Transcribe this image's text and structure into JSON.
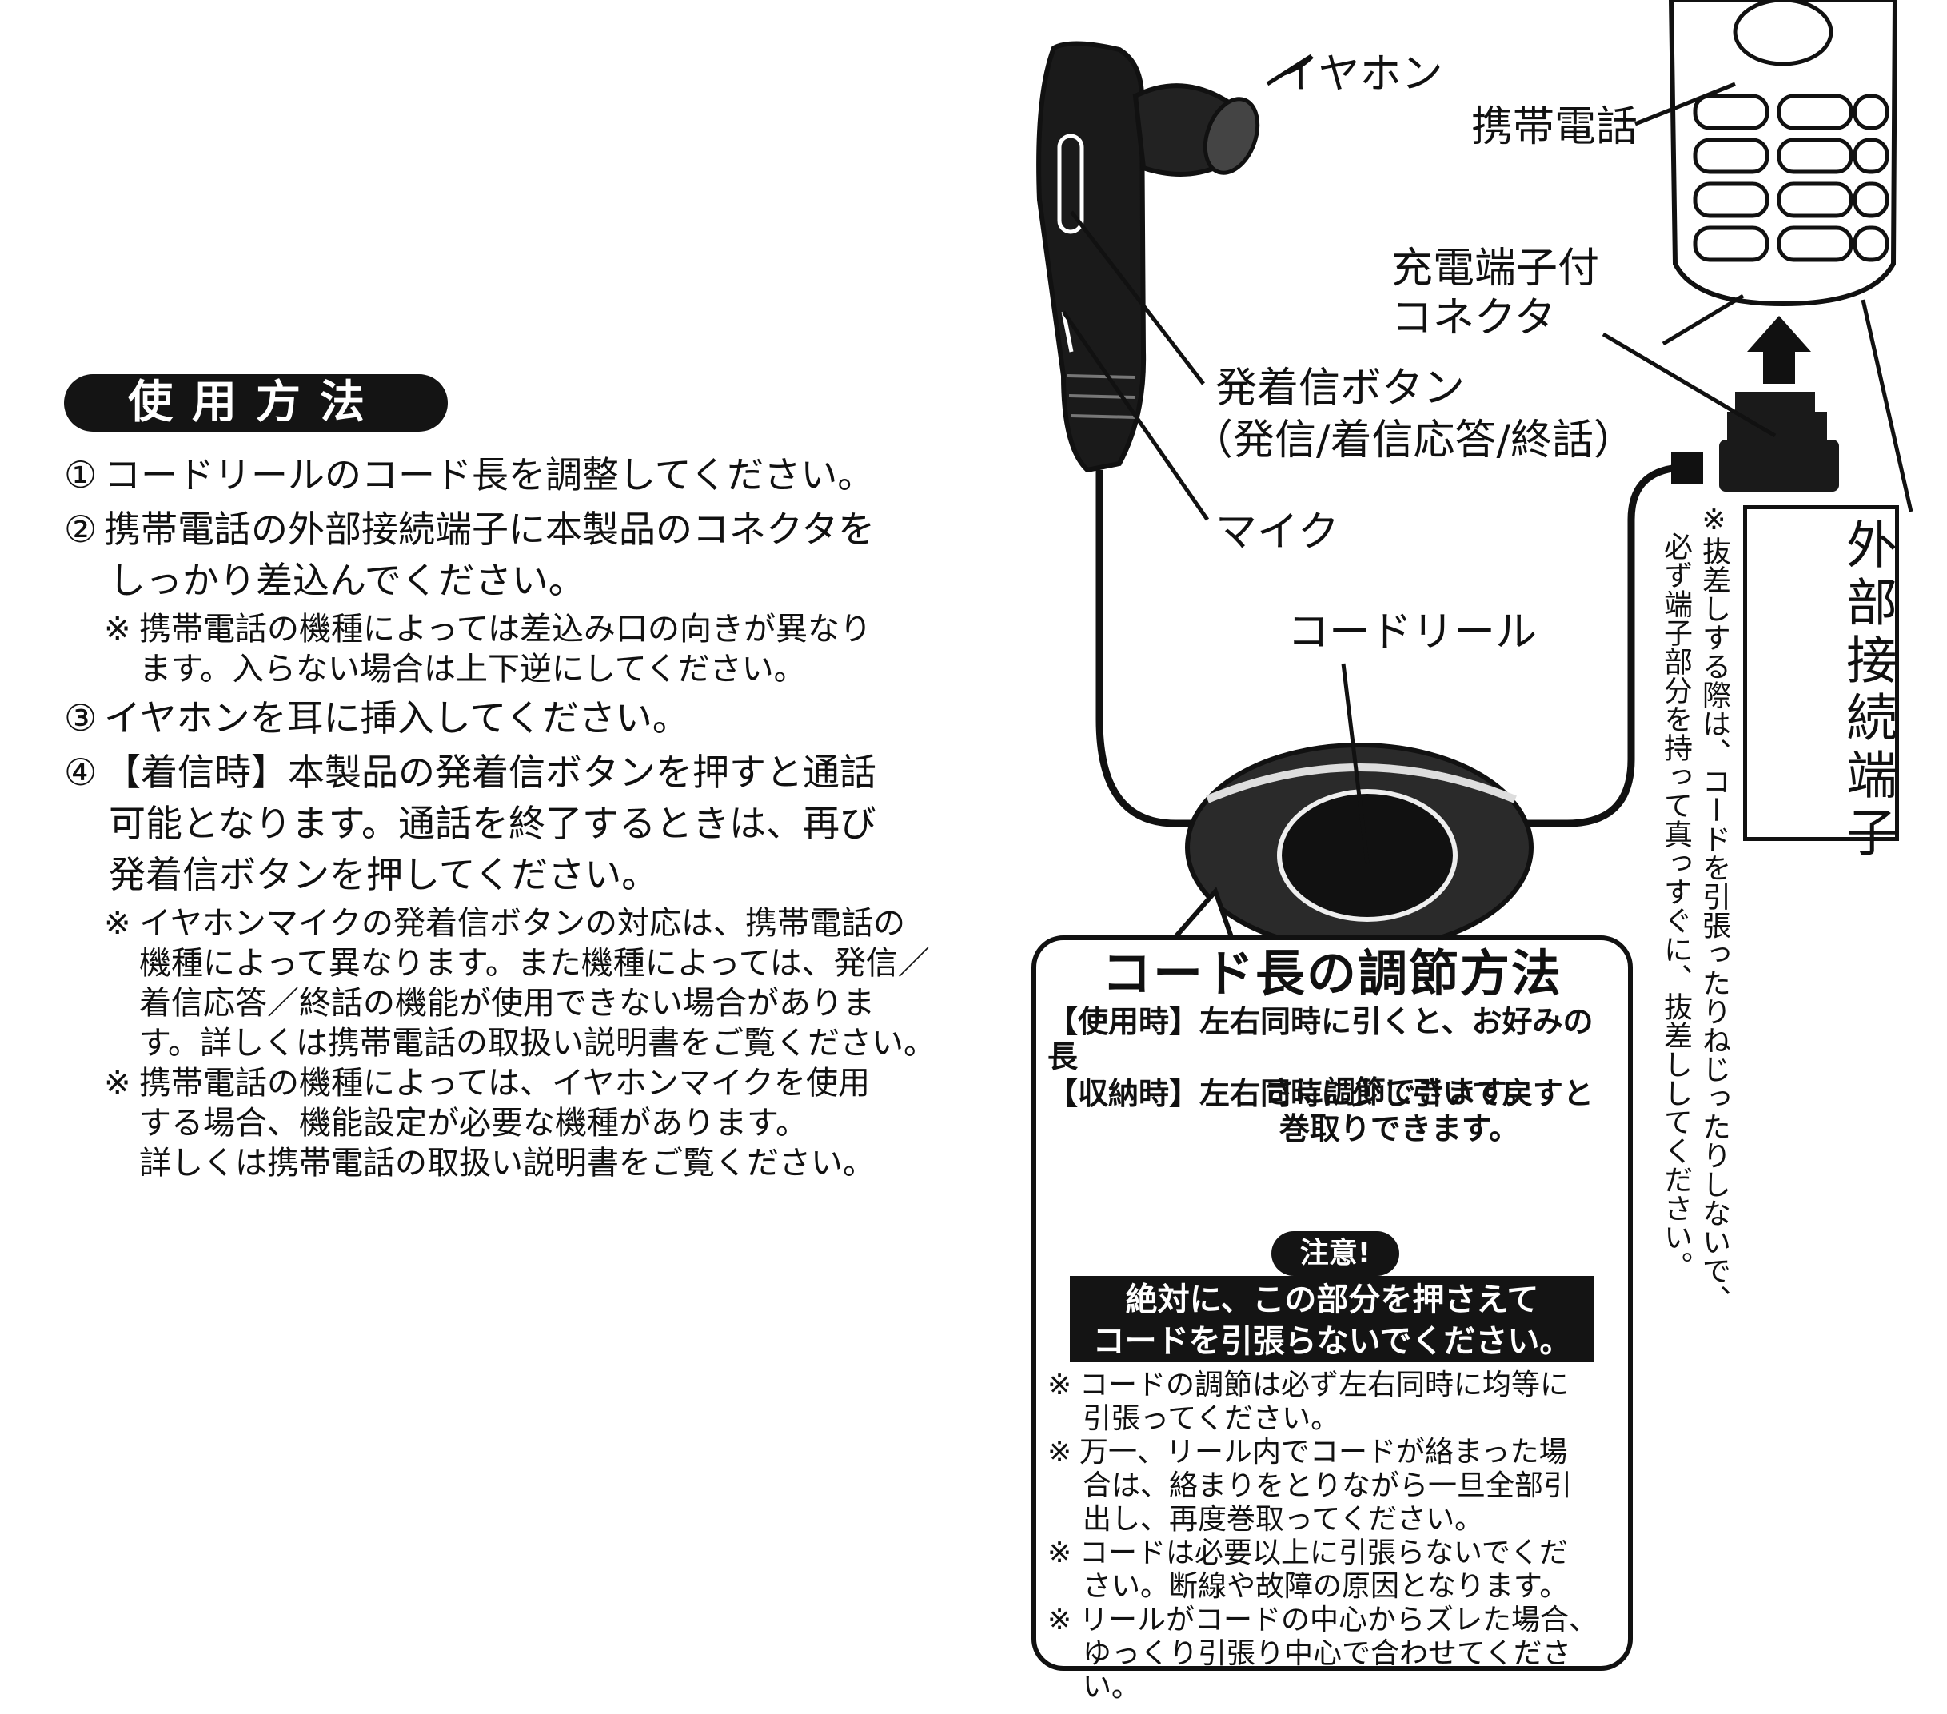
{
  "usage": {
    "header": "使用方法",
    "steps": [
      {
        "marker": "①",
        "lines": [
          "コードリールのコード長を調整してください。"
        ]
      },
      {
        "marker": "②",
        "lines": [
          "携帯電話の外部接続端子に本製品のコネクタを",
          "しっかり差込んでください。"
        ]
      },
      {
        "note": true,
        "marker": "※",
        "lines": [
          "携帯電話の機種によっては差込み口の向きが異なり",
          "ます。入らない場合は上下逆にしてください。"
        ]
      },
      {
        "marker": "③",
        "lines": [
          "イヤホンを耳に挿入してください。"
        ]
      },
      {
        "marker": "④",
        "lines": [
          "【着信時】本製品の発着信ボタンを押すと通話",
          "可能となります。通話を終了するときは、再び",
          "発着信ボタンを押してください。"
        ]
      },
      {
        "note": true,
        "marker": "※",
        "lines": [
          "イヤホンマイクの発着信ボタンの対応は、携帯電話の",
          "機種によって異なります。また機種によっては、発信／",
          "着信応答／終話の機能が使用できない場合がありま",
          "す。詳しくは携帯電話の取扱い説明書をご覧ください。"
        ]
      },
      {
        "note": true,
        "marker": "※",
        "lines": [
          "携帯電話の機種によっては、イヤホンマイクを使用",
          "する場合、機能設定が必要な機種があります。",
          "詳しくは携帯電話の取扱い説明書をご覧ください。"
        ]
      }
    ]
  },
  "diagram": {
    "earphone": "イヤホン",
    "phone": "携帯電話",
    "connector": [
      "充電端子付",
      "コネクタ"
    ],
    "button": "発着信ボタン",
    "button_sub": "（発信/着信応答/終話）",
    "mic": "マイク",
    "reel": "コードリール",
    "port": "外部接続端子",
    "vertical_note_1": "※抜差しする際は、コードを引張ったりねじったりしないで、",
    "vertical_note_2": "必ず端子部分を持って真っすぐに、抜差ししてください。"
  },
  "adjust": {
    "title": "コード長の調節方法",
    "use_tag": "【使用時】",
    "use_lines": [
      "左右同時に引くと、お好みの長",
      "さに調節できます。"
    ],
    "store_tag": "【収納時】",
    "store_lines": [
      "左右同時に少し引いて戻すと",
      "巻取りできます。"
    ],
    "caution": "注意!",
    "warning": [
      "絶対に、この部分を押さえて",
      "コードを引張らないでください。"
    ],
    "notes": [
      [
        "コードの調節は必ず左右同時に均等に",
        "引張ってください。"
      ],
      [
        "万一、リール内でコードが絡まった場",
        "合は、絡まりをとりながら一旦全部引",
        "出し、再度巻取ってください。"
      ],
      [
        "コードは必要以上に引張らないでくだ",
        "さい。断線や故障の原因となります。"
      ],
      [
        "リールがコードの中心からズレた場合、",
        "ゆっくり引張り中心で合わせてください。"
      ]
    ],
    "note_marker": "※"
  }
}
